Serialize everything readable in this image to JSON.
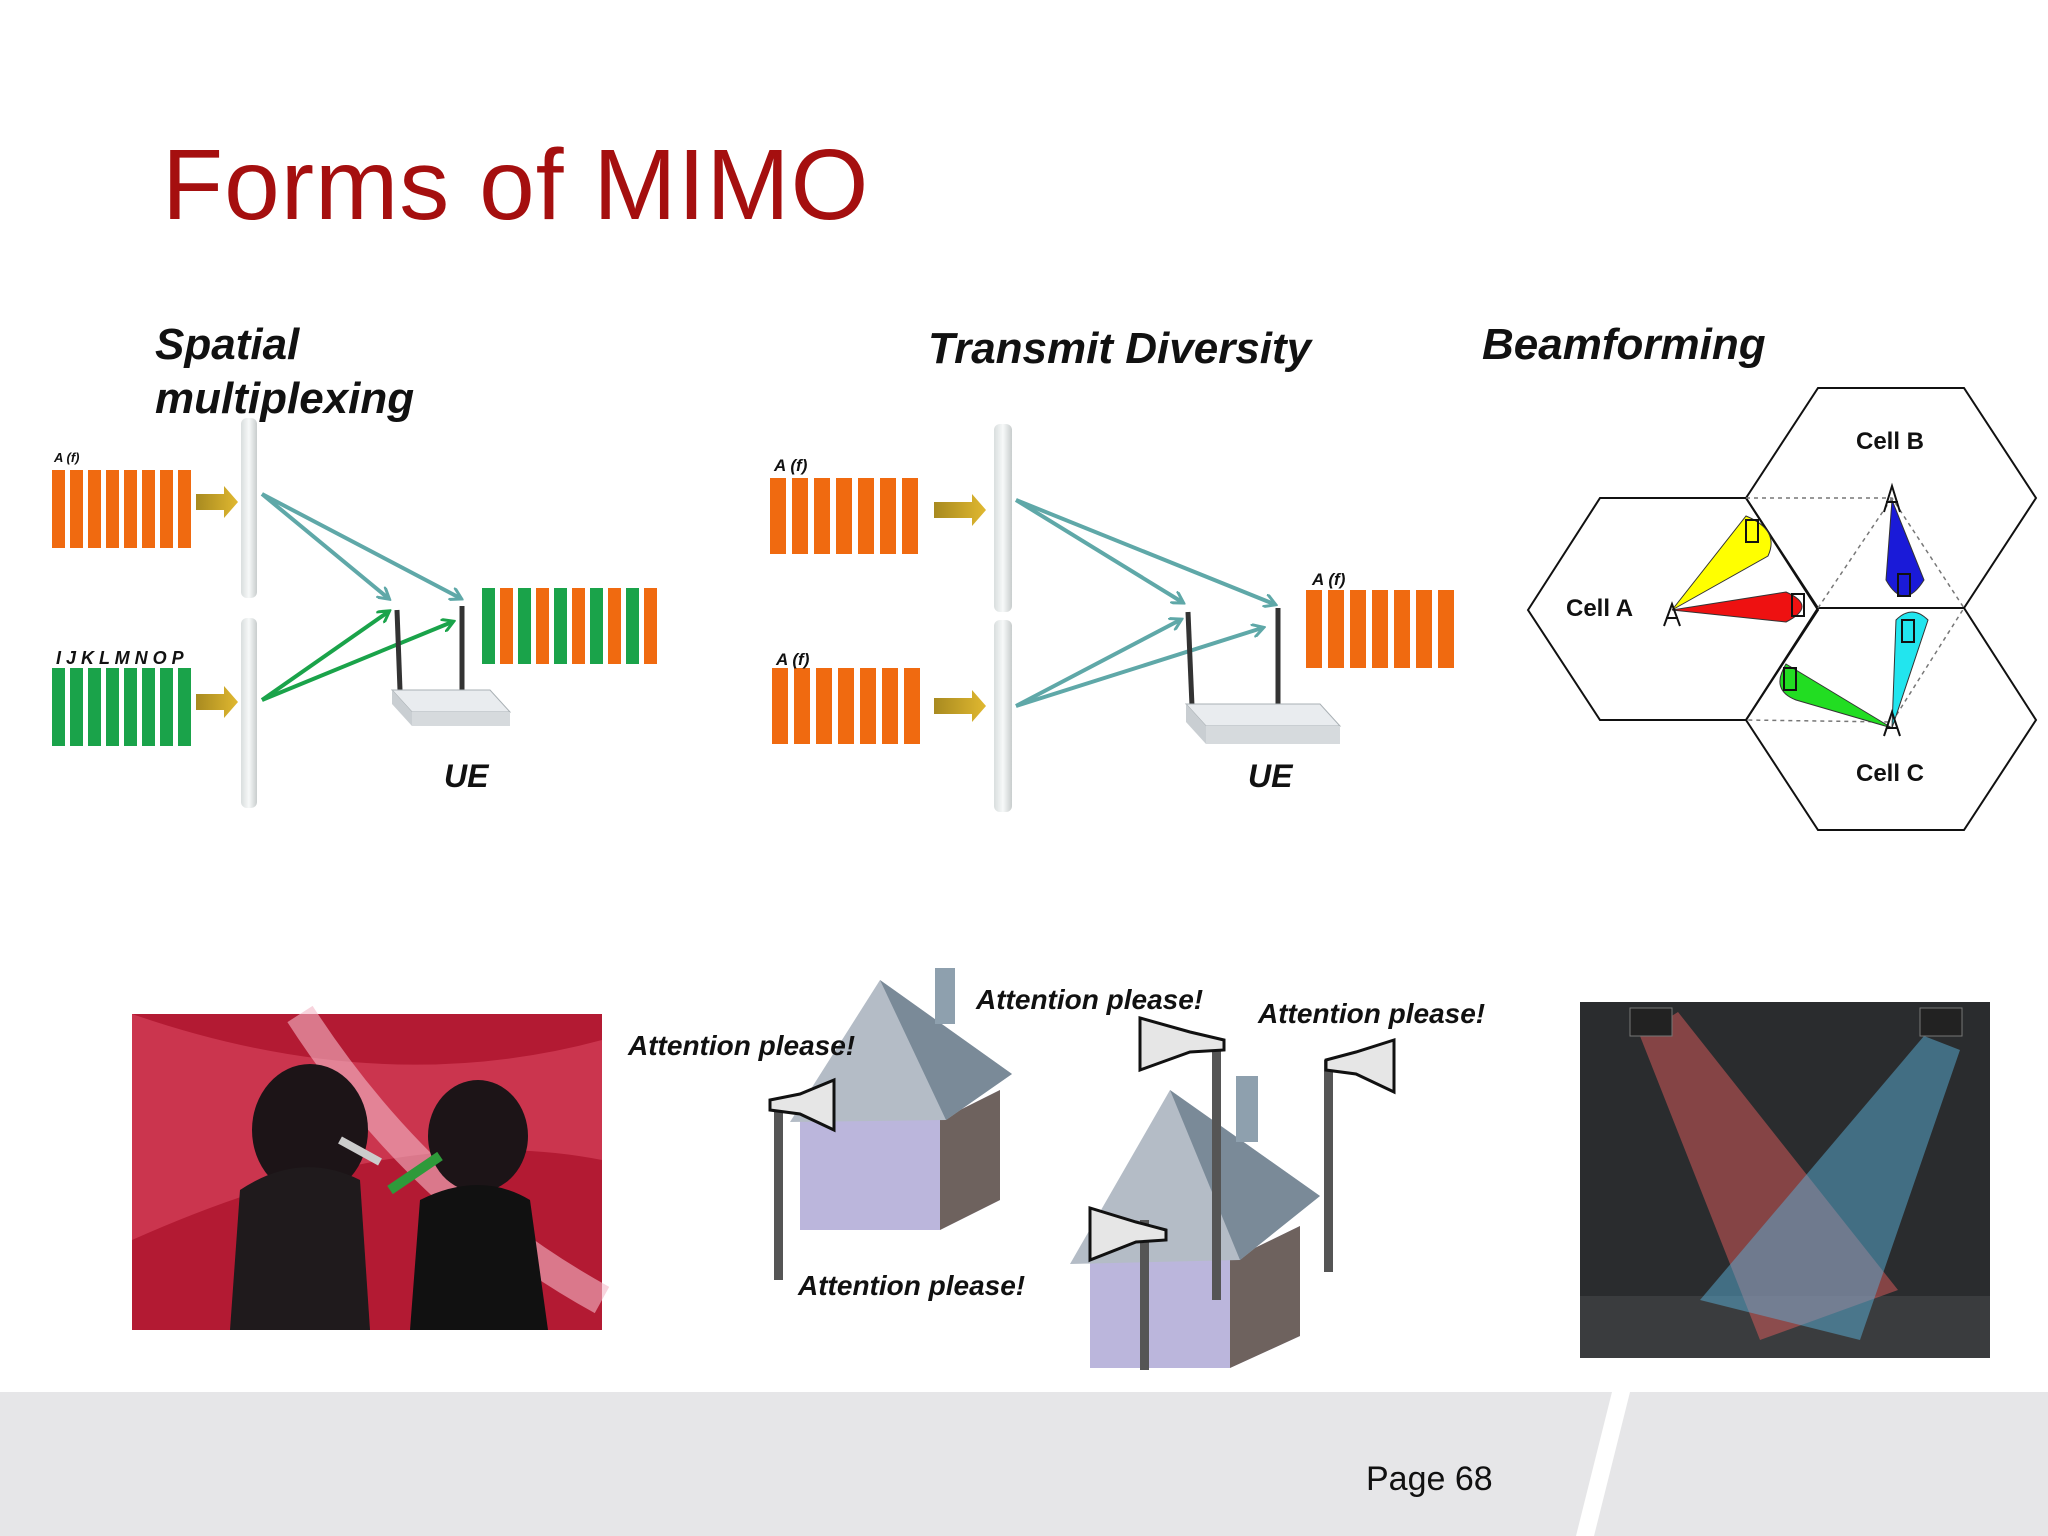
{
  "slide": {
    "title": "Forms of MIMO",
    "page_label": "Page 68"
  },
  "spatial": {
    "title_line1": "Spatial",
    "title_line2": "multiplexing",
    "stream1_label": "A (f)",
    "stream2_label": "I J K L M N O P",
    "ue_label": "UE"
  },
  "transmit": {
    "title": "Transmit Diversity",
    "stream1_label": "A (f)",
    "stream2_label": "A (f)",
    "rx_label": "A (f)",
    "ue_label": "UE"
  },
  "beam": {
    "title": "Beamforming",
    "cell_a": "Cell A",
    "cell_b": "Cell B",
    "cell_c": "Cell C"
  },
  "analogy": {
    "attn_1": "Attention please!",
    "attn_2": "Attention please!",
    "attn_3": "Attention please!",
    "attn_4": "Attention please!"
  },
  "colors": {
    "title": "#a50f0f",
    "orange": "#f06a10",
    "green": "#1aa34a",
    "teal_arrow": "#5fa8a8",
    "green_arrow": "#1aa34a"
  }
}
